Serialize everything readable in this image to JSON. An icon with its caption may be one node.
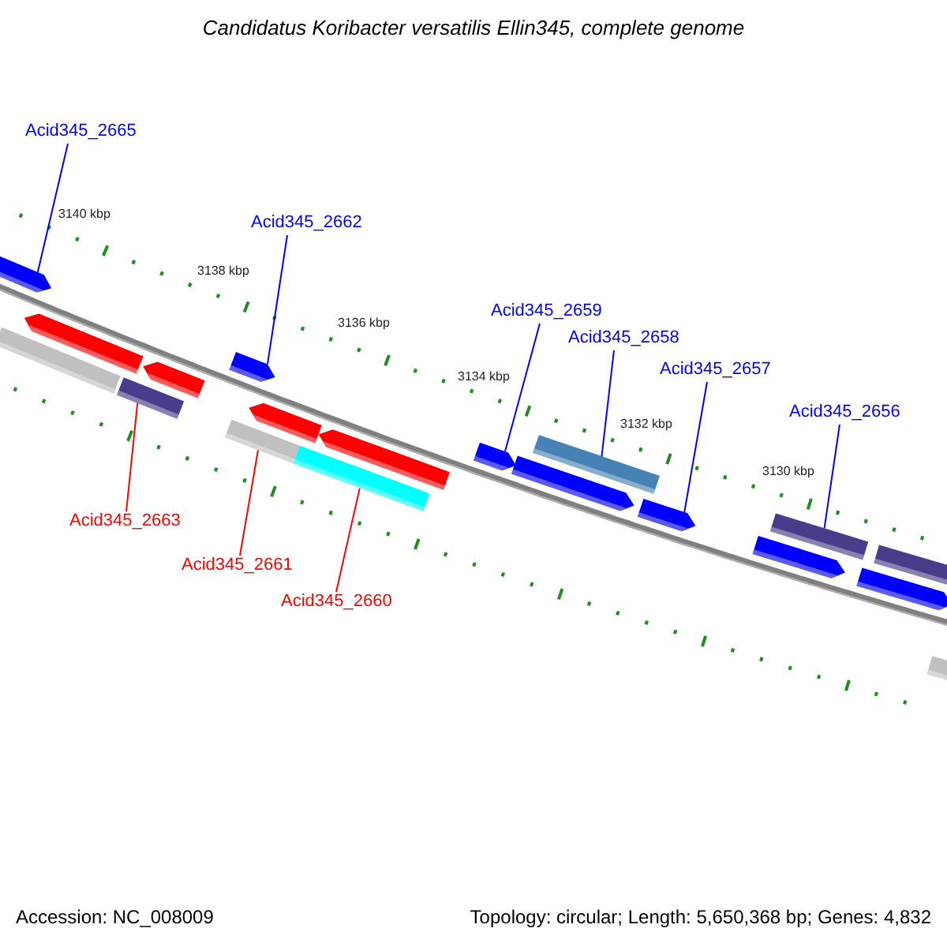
{
  "diagram": {
    "title": "Candidatus Koribacter versatilis Ellin345, complete genome",
    "nodes": [
      {
        "text": [
          "Acid345_2665"
        ]
      },
      {
        "text": [
          "Acid345_2662"
        ]
      },
      {
        "text": [
          "Acid345_2659"
        ]
      },
      {
        "text": [
          "Acid345_2658"
        ]
      },
      {
        "text": [
          "Acid345_2657"
        ]
      },
      {
        "text": [
          "Acid345_2656"
        ]
      },
      {
        "text": [
          "Acid345_2663"
        ]
      },
      {
        "text": [
          "Acid345_2661"
        ]
      },
      {
        "text": [
          "Acid345_2660"
        ]
      },
      {
        "text": [],
        "shape": "arrow"
      },
      {
        "text": [],
        "shape": "bar"
      },
      {
        "text": [],
        "shape": "arrow"
      },
      {
        "text": [],
        "shape": "bar"
      },
      {
        "text": [],
        "shape": "bar"
      },
      {
        "text": [],
        "shape": "arrow"
      },
      {
        "text": [],
        "shape": "bar"
      },
      {
        "text": [],
        "shape": "arrow"
      },
      {
        "text": [],
        "shape": "bar"
      }
    ],
    "edges": [
      {
        "from": 0,
        "to": 9,
        "arrow": "none"
      },
      {
        "from": 1,
        "to": 11,
        "arrow": "none"
      },
      {
        "from": 2,
        "to": 14,
        "arrow": "none"
      },
      {
        "from": 3,
        "to": 15,
        "arrow": "none"
      },
      {
        "from": 4,
        "to": 16,
        "arrow": "none"
      },
      {
        "from": 5,
        "to": 17,
        "arrow": "none"
      },
      {
        "from": 6,
        "to": 10,
        "arrow": "none",
        "color": "#ff0000"
      },
      {
        "from": 7,
        "to": 12,
        "arrow": "none",
        "color": "#ff0000"
      },
      {
        "from": 8,
        "to": 13,
        "arrow": "none",
        "color": "#ff0000"
      }
    ],
    "labels": [
      "3140 kbp",
      "3138 kbp",
      "3136 kbp",
      "3134 kbp",
      "3132 kbp",
      "3130 kbp",
      "Accession: NC_008009",
      "Topology: circular; Length: 5,650,368 bp; Genes: 4,832"
    ]
  }
}
